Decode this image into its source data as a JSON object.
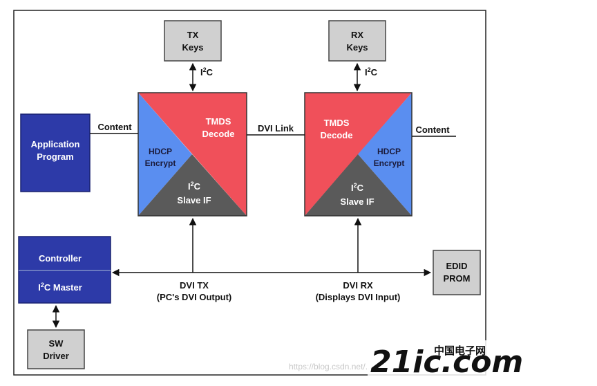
{
  "blocks": {
    "tx_keys": {
      "line1": "TX",
      "line2": "Keys"
    },
    "rx_keys": {
      "line1": "RX",
      "line2": "Keys"
    },
    "application_program": {
      "line1": "Application",
      "line2": "Program"
    },
    "controller": "Controller",
    "i2c_master": {
      "pre": "I",
      "sup": "2",
      "post": "C Master"
    },
    "sw_driver": {
      "line1": "SW",
      "line2": "Driver"
    },
    "edid_prom": {
      "line1": "EDID",
      "line2": "PROM"
    }
  },
  "tx_chip": {
    "tmds": {
      "line1": "TMDS",
      "line2": "Decode"
    },
    "hdcp": {
      "line1": "HDCP",
      "line2": "Encrypt"
    },
    "slave": {
      "pre": "I",
      "sup": "2",
      "post": "C",
      "line2": "Slave IF"
    }
  },
  "rx_chip": {
    "tmds": {
      "line1": "TMDS",
      "line2": "Decode"
    },
    "hdcp": {
      "line1": "HDCP",
      "line2": "Encrypt"
    },
    "slave": {
      "pre": "I",
      "sup": "2",
      "post": "C",
      "line2": "Slave IF"
    }
  },
  "labels": {
    "content_left": "Content",
    "content_right": "Content",
    "dvi_link": "DVI Link",
    "i2c_tx": {
      "pre": "I",
      "sup": "2",
      "post": "C"
    },
    "i2c_rx": {
      "pre": "I",
      "sup": "2",
      "post": "C"
    },
    "dvi_tx": {
      "line1": "DVI TX",
      "line2": "(PC's DVI Output)"
    },
    "dvi_rx": {
      "line1": "DVI RX",
      "line2": "(Displays DVI Input)"
    }
  },
  "watermark": {
    "url": "https://blog.csdn.net/...",
    "logo": "21ic.com",
    "logo_cn": "中国电子网"
  },
  "colors": {
    "tmds_red": "#f0505a",
    "hdcp_blue": "#5a8ef0",
    "slave_gray": "#5a5a5a",
    "app_blue": "#2d3aa8",
    "gray_box": "#d0d0d0"
  }
}
